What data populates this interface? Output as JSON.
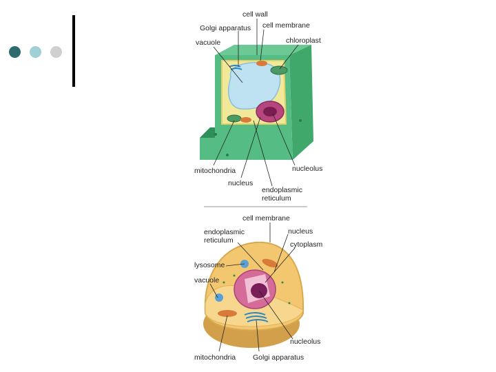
{
  "slide": {
    "bullet_colors": [
      "#2f6b6e",
      "#9fd0d6",
      "#cfcfcf"
    ]
  },
  "plant_cell": {
    "labels": {
      "cell_wall": "cell wall",
      "golgi": "Golgi apparatus",
      "cell_membrane": "cell membrane",
      "vacuole": "vacuole",
      "chloroplast": "chloroplast",
      "mitochondria": "mitochondria",
      "nucleolus": "nucleolus",
      "nucleus": "nucleus",
      "er_line1": "endoplasmic",
      "er_line2": "reticulum"
    }
  },
  "animal_cell": {
    "labels": {
      "cell_membrane": "cell membrane",
      "er_line1": "endoplasmic",
      "er_line2": "reticulum",
      "nucleus": "nucleus",
      "cytoplasm": "cytoplasm",
      "lysosome": "lysosome",
      "vacuole": "vacuole",
      "nucleolus": "nucleolus",
      "mitochondria": "mitochondria",
      "golgi": "Golgi apparatus"
    }
  }
}
